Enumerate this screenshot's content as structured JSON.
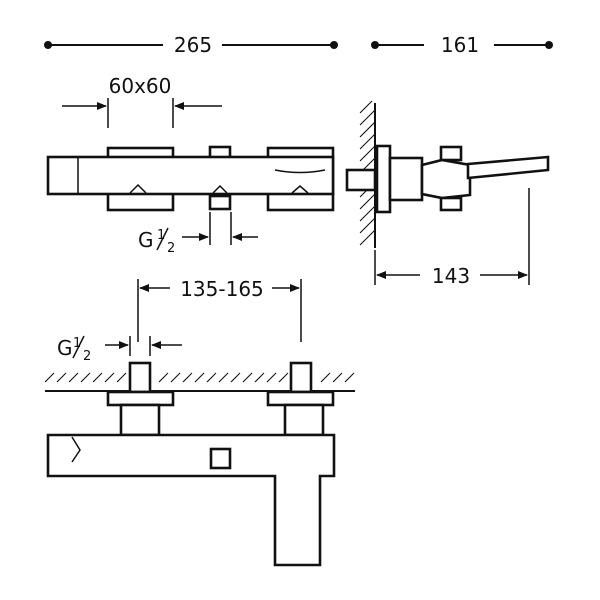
{
  "dimensions": {
    "overall_width": "265",
    "overall_depth": "161",
    "handle_square": "60x60",
    "projection": "143",
    "center_distance": "135-165"
  },
  "threads": {
    "top_thread_prefix": "G",
    "bottom_thread_prefix": "G",
    "fraction_num": "1",
    "fraction_den": "2"
  }
}
